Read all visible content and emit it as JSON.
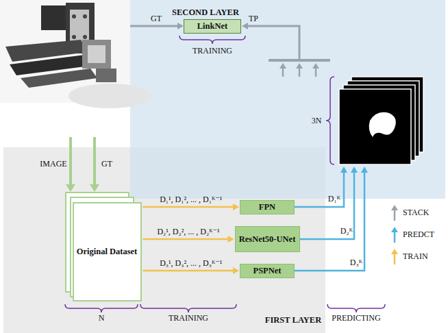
{
  "diagram": {
    "nodes": [
      {
        "text": [
          "SECOND LAYER"
        ]
      },
      {
        "text": [
          "LinkNet"
        ],
        "in": 0
      },
      {
        "text": [
          "FIRST LAYER"
        ]
      },
      {
        "text": [
          "Original Dataset"
        ],
        "in": 2
      },
      {
        "text": [
          "FPN"
        ],
        "in": 2
      },
      {
        "text": [
          "ResNet50-UNet"
        ],
        "in": 2
      },
      {
        "text": [
          "PSPNet"
        ],
        "in": 2
      }
    ],
    "edges": [
      {
        "from": 3,
        "to": 4,
        "arrow": "to",
        "label": "D₁¹, D₁², ... , D₁ᴷ⁻¹"
      },
      {
        "from": 3,
        "to": 5,
        "arrow": "to",
        "label": "D₂¹, D₂², ... , D₂ᴷ⁻¹"
      },
      {
        "from": 3,
        "to": 6,
        "arrow": "to",
        "label": "D₃¹, D₃², ... , D₃ᴷ⁻¹"
      }
    ],
    "labels": [
      "GT",
      "TP",
      "TRAINING",
      "3N",
      "IMAGE",
      "GT",
      "N",
      "TRAINING",
      "PREDICTING",
      "D₁ᴷ",
      "D₂ᴷ",
      "D₃ᴷ"
    ],
    "legend": [
      {
        "text": "STACK"
      },
      {
        "text": "PREDCT"
      },
      {
        "text": "TRAIN"
      }
    ]
  }
}
